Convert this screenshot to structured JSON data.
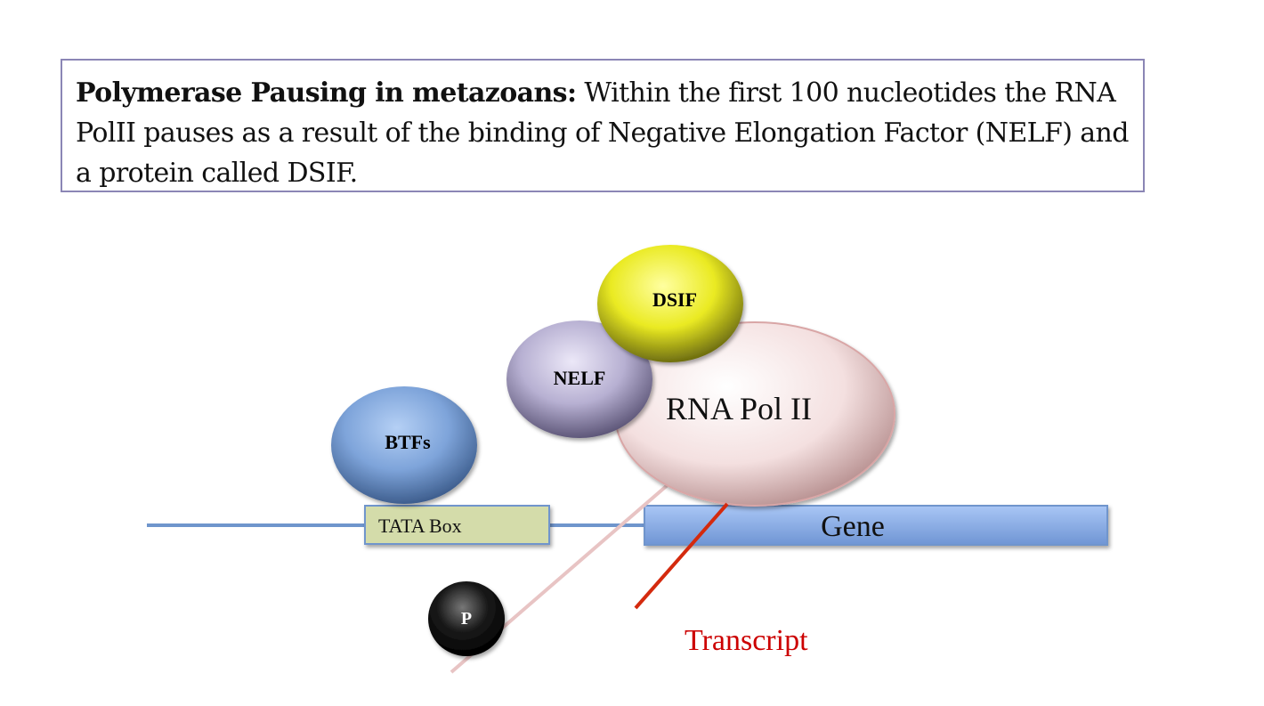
{
  "caption": {
    "title": "Polymerase Pausing in metazoans:",
    "body": "Within the first 100 nucleotides the RNA PolII pauses as a result of the binding of Negative Elongation Factor (NELF) and a protein called DSIF."
  },
  "diagram": {
    "proteins": {
      "dsif": "DSIF",
      "nelf": "NELF",
      "btfs": "BTFs",
      "rna_pol": "RNA Pol II",
      "phosphate": "P"
    },
    "dna": {
      "tata_box": "TATA Box",
      "gene": "Gene"
    },
    "transcript_label": "Transcript",
    "colors": {
      "dsif": "#eaea2a",
      "nelf": "#b3acd0",
      "btfs": "#6f97cf",
      "rna_pol": "#f3dcdc",
      "tata_box": "#d4dcaa",
      "gene": "#8eb0e8",
      "dna_line": "#6f95cc",
      "transcript": "#d42a0e",
      "transcript_text": "#cc0000",
      "ctd_tail": "#e8c4c4",
      "phosphate": "#111111",
      "caption_border": "#8b86b5"
    }
  }
}
